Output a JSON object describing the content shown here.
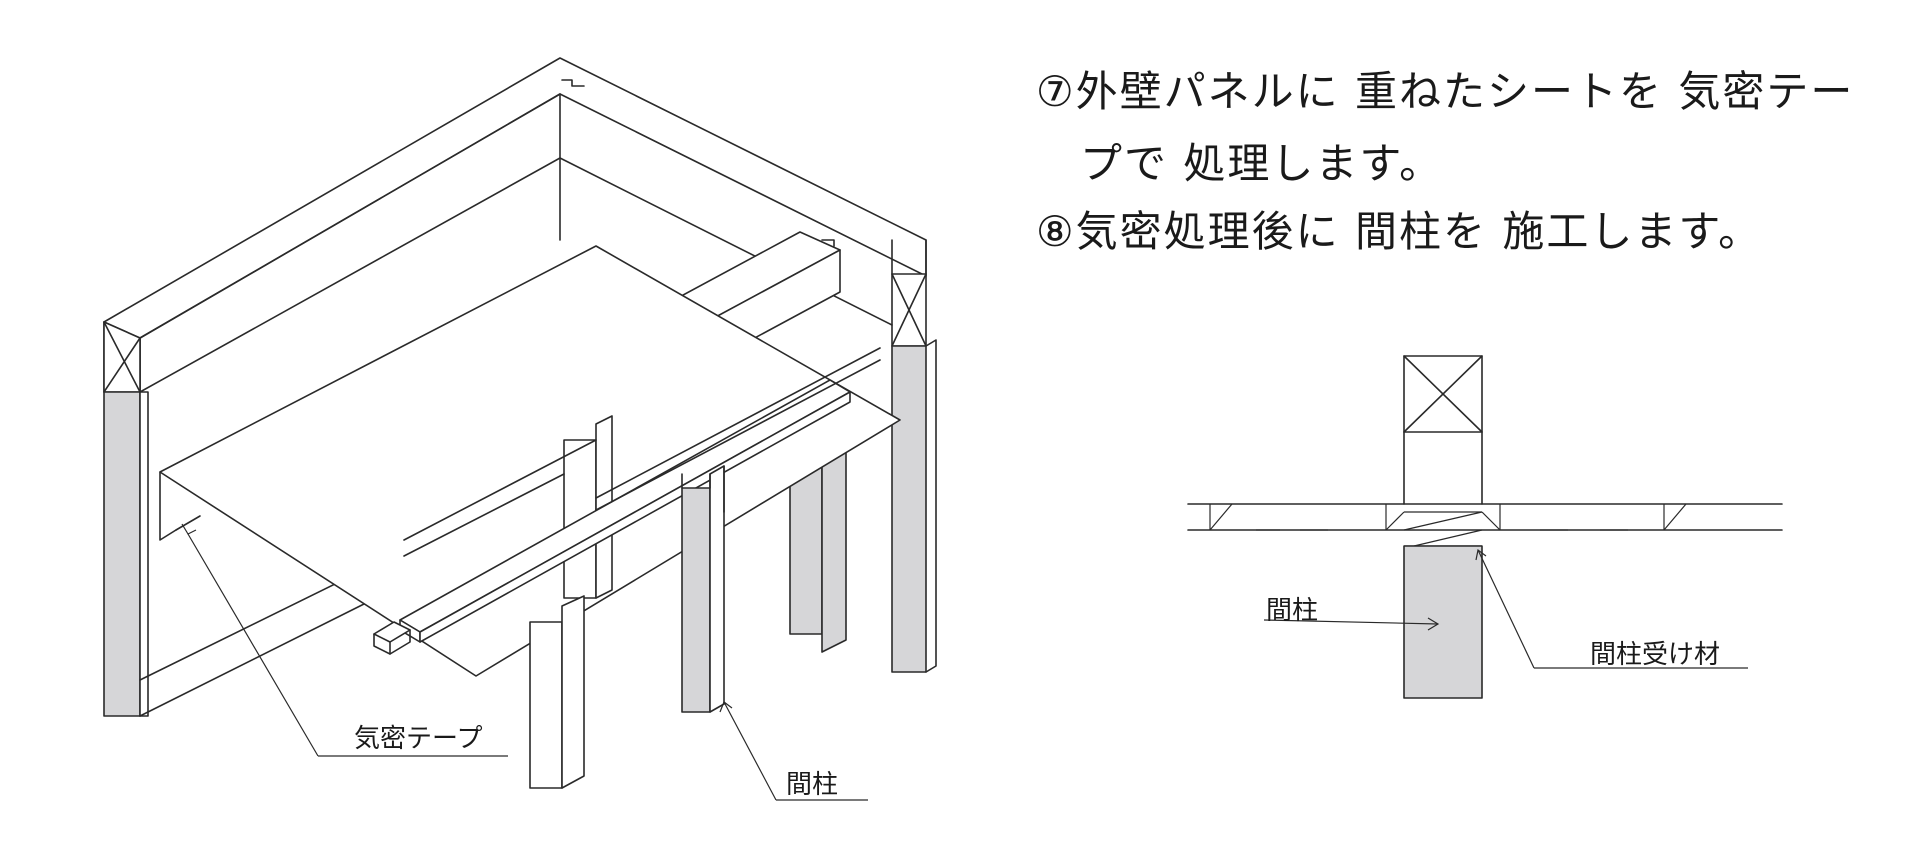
{
  "instructions": {
    "step7_line1": "⑦外壁パネルに 重ねたシートを 気密テー",
    "step7_line2": "プで 処理します。",
    "step8": "⑧気密処理後に 間柱を 施工します。"
  },
  "iso_labels": {
    "airtight_tape": "気密テープ",
    "stud": "間柱"
  },
  "section_labels": {
    "stud": "間柱",
    "stud_receiver": "間柱受け材"
  },
  "colors": {
    "post_fill": "#d6d6d8",
    "line": "#2a2a2a"
  }
}
